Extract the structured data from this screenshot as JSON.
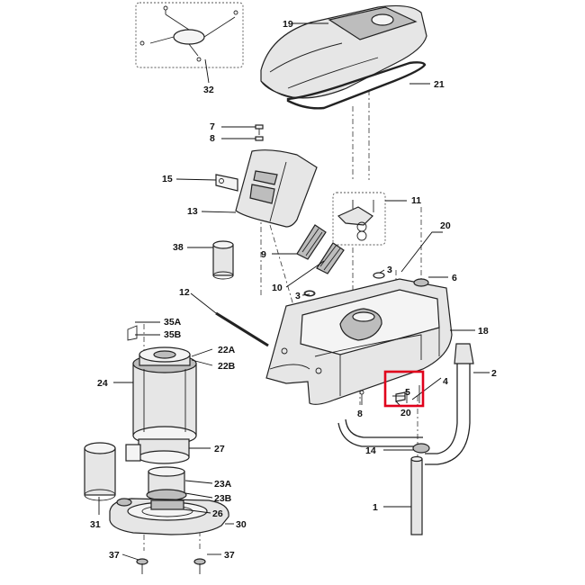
{
  "labels": {
    "l19": "19",
    "l21": "21",
    "l32": "32",
    "l7": "7",
    "l8a": "8",
    "l15": "15",
    "l13": "13",
    "l11": "11",
    "l20a": "20",
    "l38": "38",
    "l9": "9",
    "l10": "10",
    "l3a": "3",
    "l6": "6",
    "l12": "12",
    "l3b": "3",
    "l18": "18",
    "l35a": "35A",
    "l35b": "35B",
    "l22a": "22A",
    "l22b": "22B",
    "l2": "2",
    "l24": "24",
    "l4": "4",
    "l5": "5",
    "l20b": "20",
    "l8b": "8",
    "l27": "27",
    "l14": "14",
    "l23a": "23A",
    "l23b": "23B",
    "l1": "1",
    "l26": "26",
    "l31": "31",
    "l30": "30",
    "l37a": "37",
    "l37b": "37"
  },
  "colors": {
    "highlight": "#e0001b",
    "line": "#222222",
    "fill": "#e6e6e6"
  }
}
